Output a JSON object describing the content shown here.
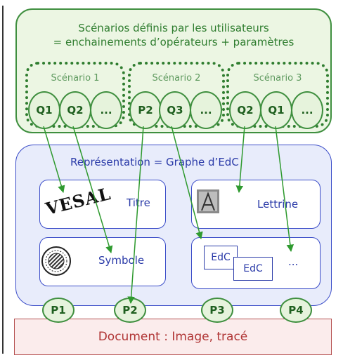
{
  "top": {
    "title_line1": "Scénarios définis par les utilisateurs",
    "title_line2": "= enchainements d’opérateurs + paramètres"
  },
  "scenarios": [
    {
      "label": "Scénario 1",
      "ops": [
        "Q1",
        "Q2",
        "..."
      ]
    },
    {
      "label": "Scénario 2",
      "ops": [
        "P2",
        "Q3",
        "..."
      ]
    },
    {
      "label": "Scénario 3",
      "ops": [
        "Q2",
        "Q1",
        "..."
      ]
    }
  ],
  "representation": {
    "title": "Représentation = Graphe d’EdC",
    "titre_label": "Titre",
    "titre_logo_text": "VESAL",
    "lettrine_label": "Lettrine",
    "symbole_label": "Symbole",
    "edc_1": "EdC",
    "edc_2": "EdC",
    "ellipsis": "..."
  },
  "primitives": [
    "P1",
    "P2",
    "P3",
    "P4"
  ],
  "document": {
    "label": "Document : Image, tracé"
  },
  "colors": {
    "green": "#2f7d2f",
    "blue": "#2a3aa8",
    "red": "#b03535"
  },
  "icons": {
    "symbole": "striped-circle-icon",
    "lettrine": "ornate-letter-icon"
  }
}
